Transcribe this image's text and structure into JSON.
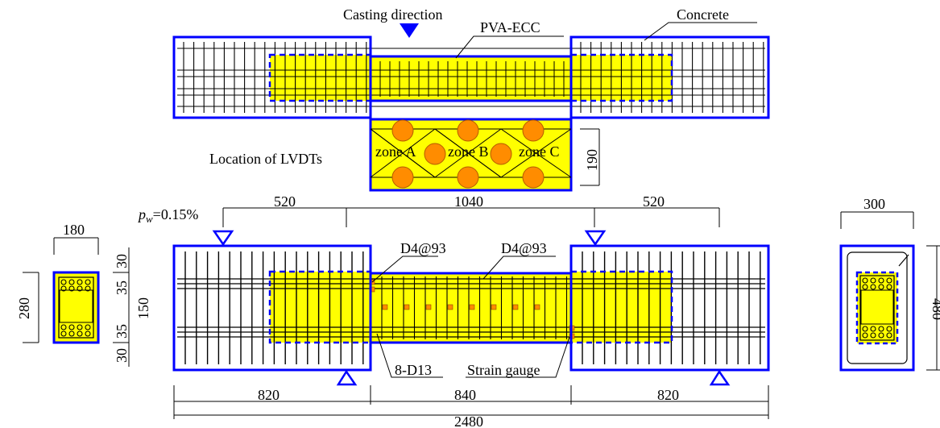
{
  "labels": {
    "casting_direction": "Casting direction",
    "pva_ecc": "PVA-ECC",
    "concrete": "Concrete",
    "lvdt_location": "Location of LVDTs",
    "zone_a": "zone A",
    "zone_b": "zone B",
    "zone_c": "zone C",
    "pw_symbol": "p",
    "pw_subscript": "w",
    "pw_value": "=0.15%",
    "stirrup_left": "D4@93",
    "stirrup_right": "D4@93",
    "main_bar": "8-D13",
    "strain_gauge": "Strain gauge"
  },
  "dimensions": {
    "lvdt_height": "190",
    "span_left": "520",
    "span_mid": "1040",
    "span_right": "520",
    "seg_left": "820",
    "seg_mid": "840",
    "seg_right": "820",
    "total": "2480",
    "sec_small_width": "180",
    "sec_small_height": "280",
    "sec_small_d1": "30",
    "sec_small_d2": "35",
    "sec_small_d3": "150",
    "sec_small_d4": "35",
    "sec_small_d5": "30",
    "sec_large_width": "300",
    "sec_large_height": "480"
  },
  "colors": {
    "ecc_fill": "#ffff00",
    "frame": "#0000ff",
    "lvdt": "#ff8c00",
    "gauge": "#ff8c00",
    "line": "#000000"
  }
}
